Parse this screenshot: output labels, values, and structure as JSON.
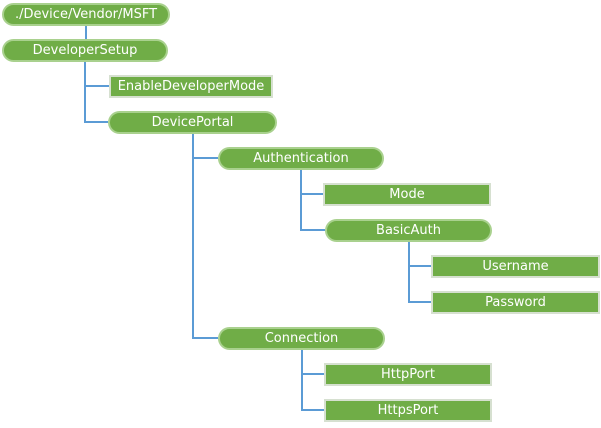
{
  "nodes": {
    "root": {
      "label": "./Device/Vendor/MSFT",
      "shape": "pill"
    },
    "developer_setup": {
      "label": "DeveloperSetup",
      "shape": "pill"
    },
    "enable_developer_mode": {
      "label": "EnableDeveloperMode",
      "shape": "rect"
    },
    "device_portal": {
      "label": "DevicePortal",
      "shape": "pill"
    },
    "authentication": {
      "label": "Authentication",
      "shape": "pill"
    },
    "mode": {
      "label": "Mode",
      "shape": "rect"
    },
    "basic_auth": {
      "label": "BasicAuth",
      "shape": "pill"
    },
    "username": {
      "label": "Username",
      "shape": "rect"
    },
    "password": {
      "label": "Password",
      "shape": "rect"
    },
    "connection": {
      "label": "Connection",
      "shape": "pill"
    },
    "http_port": {
      "label": "HttpPort",
      "shape": "rect"
    },
    "https_port": {
      "label": "HttpsPort",
      "shape": "rect"
    }
  },
  "colors": {
    "canvas-bg": "#ffffff",
    "node-fill": "#70ad47",
    "node-text": "#ffffff",
    "pill-border": "#a9d18e",
    "rect-border": "#d6e0d0",
    "connector": "#5b9bd5"
  }
}
